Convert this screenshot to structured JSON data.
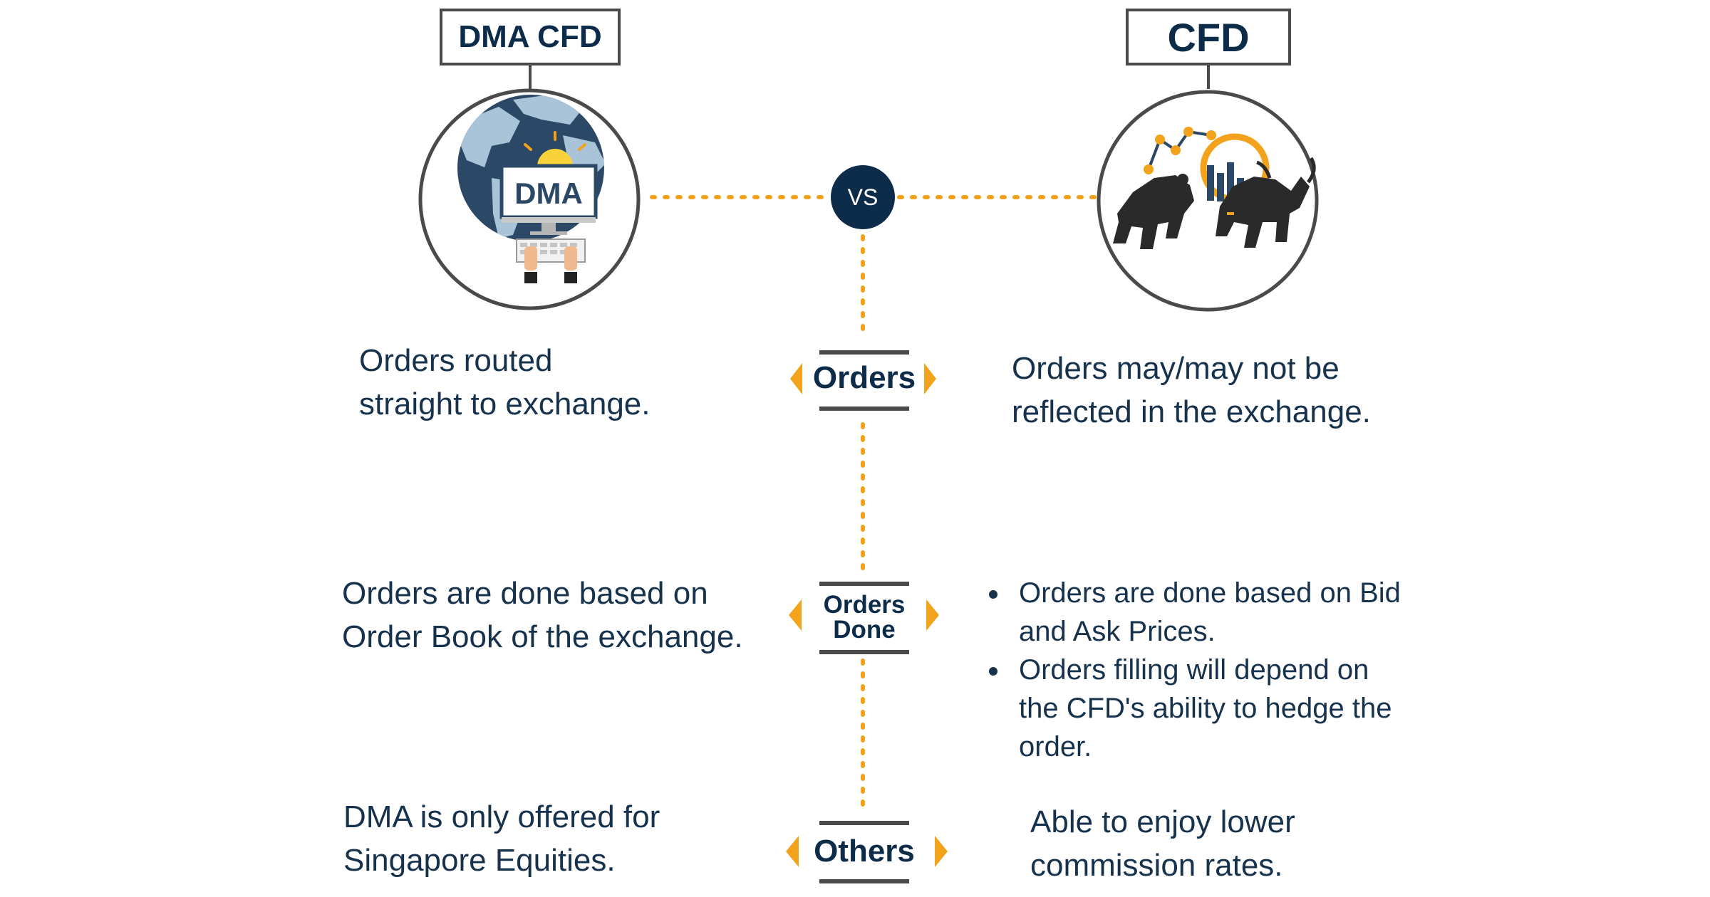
{
  "titles": {
    "left": "DMA CFD",
    "right": "CFD"
  },
  "vs_label": "VS",
  "left_icon": {
    "screen_text": "DMA",
    "name": "globe-computer-dma-icon"
  },
  "right_icon": {
    "name": "bull-bear-market-icon"
  },
  "colors": {
    "navy": "#0d2c4a",
    "accent": "#f3a21c",
    "outline": "#4a4a4a"
  },
  "rows": [
    {
      "category": [
        "Orders"
      ],
      "left_lines": [
        "Orders routed",
        "straight to exchange."
      ],
      "right_lines": [
        "Orders may/may not be",
        "reflected in the exchange."
      ]
    },
    {
      "category": [
        "Orders",
        "Done"
      ],
      "left_lines": [
        "Orders are done based on",
        "Order Book of the exchange."
      ],
      "right_bullets": [
        {
          "lines": [
            "Orders are done based on Bid",
            "and Ask Prices."
          ]
        },
        {
          "lines": [
            "Orders filling will depend on",
            "the CFD's ability to hedge the",
            "order."
          ]
        }
      ]
    },
    {
      "category": [
        "Others"
      ],
      "left_lines": [
        "DMA is only offered for",
        "Singapore Equities."
      ],
      "right_lines": [
        "Able to enjoy lower",
        "commission rates."
      ]
    }
  ]
}
